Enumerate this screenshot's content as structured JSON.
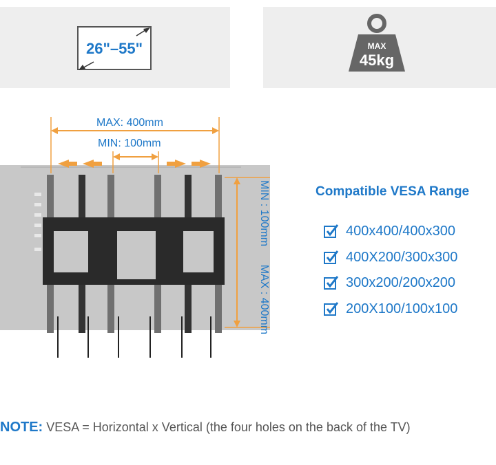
{
  "size_badge": {
    "text": "26\"–55\""
  },
  "weight_badge": {
    "max_label": "MAX",
    "value": "45kg"
  },
  "dimensions": {
    "horizontal_max": "MAX: 400mm",
    "horizontal_min": "MIN: 100mm",
    "vertical": "MIN : 100mm      MAX : 400mm"
  },
  "vesa": {
    "title": "Compatible VESA Range",
    "items": [
      "400x400/400x300",
      "400X200/300x300",
      "300x200/200x200",
      "200X100/100x100"
    ]
  },
  "note": {
    "label": "NOTE:",
    "text": " VESA = Horizontal x Vertical (the four holes on the back of the TV)"
  },
  "colors": {
    "accent_blue": "#1e78c8",
    "arrow_orange": "#f0a040",
    "panel_gray": "#eeeeee",
    "tv_gray": "#c8c8c8"
  }
}
